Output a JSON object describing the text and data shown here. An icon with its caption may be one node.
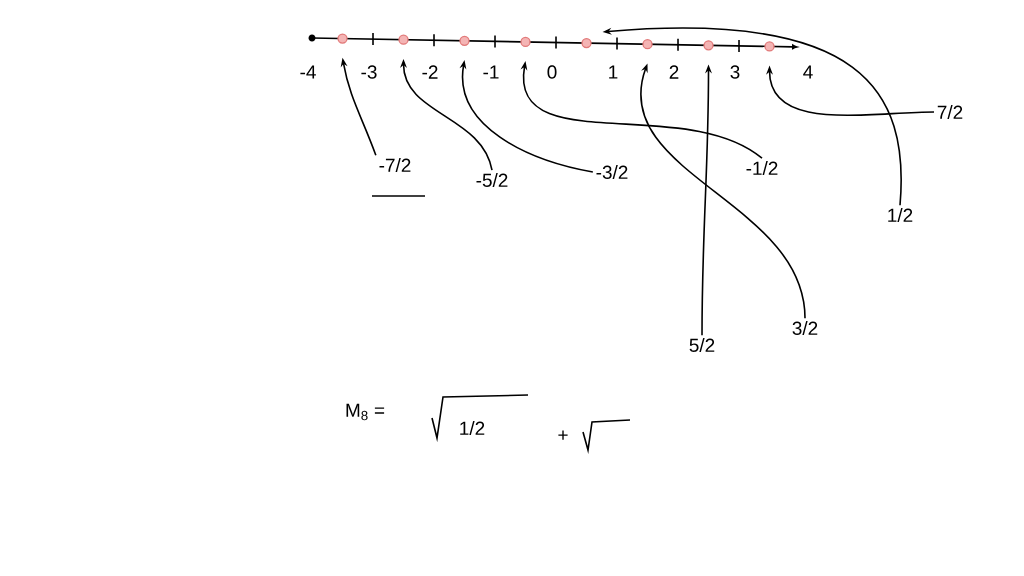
{
  "diagram": {
    "nodes": [
      {
        "text": [],
        "shape": "circle"
      },
      {
        "text": [],
        "shape": "circle"
      },
      {
        "text": [],
        "shape": "circle"
      },
      {
        "text": [],
        "shape": "circle"
      },
      {
        "text": [],
        "shape": "circle"
      },
      {
        "text": [],
        "shape": "circle"
      },
      {
        "text": [],
        "shape": "circle"
      },
      {
        "text": [],
        "shape": "circle"
      },
      {
        "text": [
          "-7/2"
        ]
      },
      {
        "text": [
          "-5/2"
        ]
      },
      {
        "text": [
          "-3/2"
        ]
      },
      {
        "text": [
          "-1/2"
        ]
      },
      {
        "text": [
          "7/2"
        ]
      },
      {
        "text": [
          "1/2"
        ]
      },
      {
        "text": [
          "5/2"
        ]
      },
      {
        "text": [
          "3/2"
        ]
      }
    ],
    "edges": [
      {
        "from": 8,
        "to": 0,
        "arrow": "to"
      },
      {
        "from": 9,
        "to": 1,
        "arrow": "to"
      },
      {
        "from": 10,
        "to": 2,
        "arrow": "to"
      },
      {
        "from": 11,
        "to": 3,
        "arrow": "to"
      },
      {
        "from": 12,
        "to": 7,
        "arrow": "to"
      },
      {
        "from": 13,
        "to": 4,
        "arrow": "to"
      },
      {
        "from": 14,
        "to": 6,
        "arrow": "to"
      },
      {
        "from": 15,
        "to": 5,
        "arrow": "to"
      }
    ],
    "labels": [
      "-4",
      "-3",
      "-2",
      "-1",
      "0",
      "1",
      "2",
      "3",
      "4",
      "M$_{8}$ =",
      "1/2",
      "+"
    ]
  }
}
